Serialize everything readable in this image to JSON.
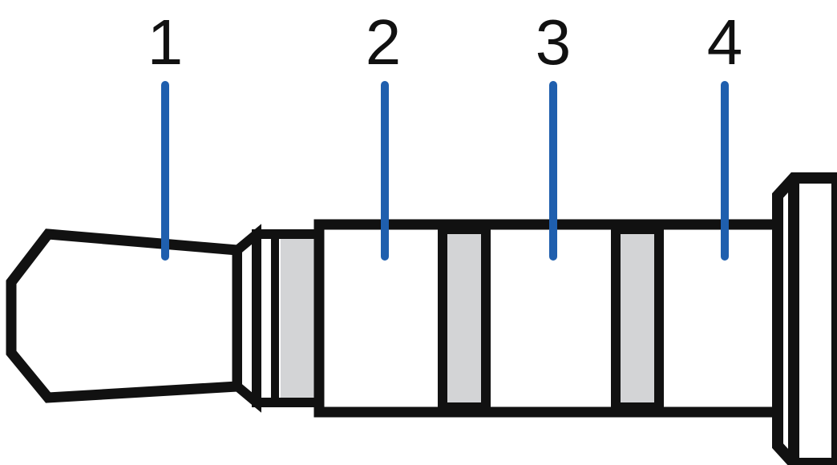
{
  "labels": [
    "1",
    "2",
    "3",
    "4"
  ],
  "colors": {
    "outline": "#111111",
    "leader_line": "#1f5fae",
    "insulator_ring": "#d3d4d6",
    "conductor_fill": "#ffffff",
    "background": "#ffffff"
  }
}
